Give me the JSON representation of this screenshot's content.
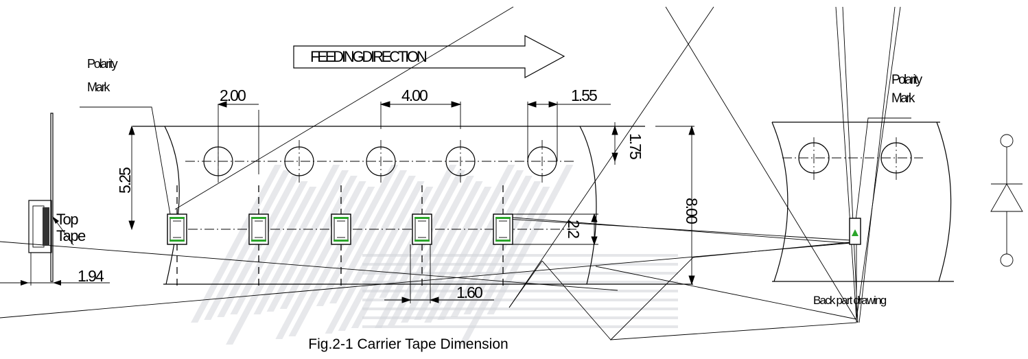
{
  "caption": "Fig.2-1 Carrier Tape Dimension",
  "labels": {
    "feeding_direction": "FEEDINGDIRECTION",
    "polarity_left": [
      "Polarity",
      "Mark"
    ],
    "polarity_right": [
      "Polarity",
      "Mark"
    ],
    "top_tape": [
      "Top",
      "Tape"
    ],
    "back_part": "Back part drawing"
  },
  "dimensions": {
    "hole_diameter": "2.00",
    "hole_pitch": "4.00",
    "hole_size": "1.55",
    "edge_to_hole": "1.75",
    "hole_to_pocket": "5.25",
    "tape_width": "8.00",
    "pocket_length": "2.2",
    "pocket_width": "1.60",
    "thickness": "1.94"
  },
  "colors": {
    "line": "#000000",
    "component_band": "#2aa52a",
    "watermark": "#d3d6da"
  },
  "icons": [
    "diode-symbol-icon",
    "feeding-arrow-icon"
  ]
}
